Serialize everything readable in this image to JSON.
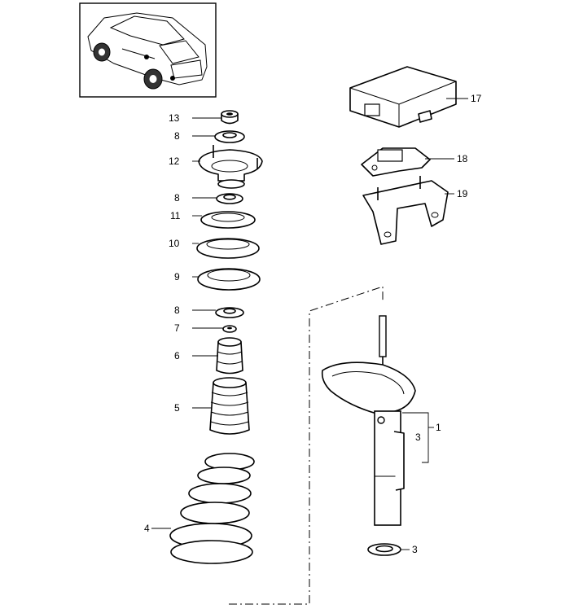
{
  "callouts": [
    {
      "id": "c13",
      "text": "13"
    },
    {
      "id": "c8a",
      "text": "8"
    },
    {
      "id": "c12",
      "text": "12"
    },
    {
      "id": "c8b",
      "text": "8"
    },
    {
      "id": "c11",
      "text": "11"
    },
    {
      "id": "c10",
      "text": "10"
    },
    {
      "id": "c9",
      "text": "9"
    },
    {
      "id": "c8c",
      "text": "8"
    },
    {
      "id": "c7",
      "text": "7"
    },
    {
      "id": "c6",
      "text": "6"
    },
    {
      "id": "c5",
      "text": "5"
    },
    {
      "id": "c4",
      "text": "4"
    },
    {
      "id": "c17",
      "text": "17"
    },
    {
      "id": "c18",
      "text": "18"
    },
    {
      "id": "c19",
      "text": "19"
    },
    {
      "id": "c1",
      "text": "1"
    },
    {
      "id": "c3a",
      "text": "3"
    },
    {
      "id": "c3b",
      "text": "3"
    }
  ]
}
